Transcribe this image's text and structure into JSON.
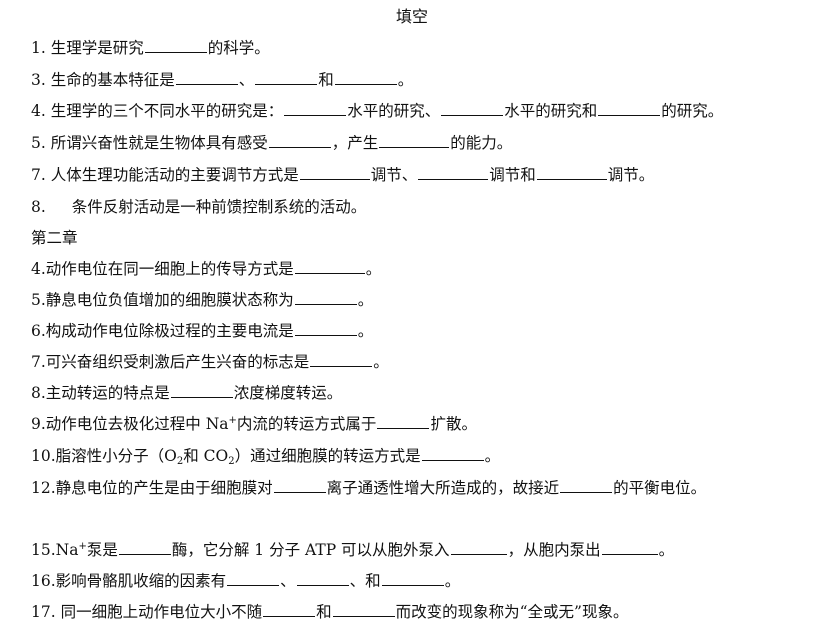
{
  "title": "填空",
  "q1": {
    "num": "1.",
    "a": "生理学是研究",
    "b": "的科学。"
  },
  "q3": {
    "num": "3.",
    "a": "生命的基本特征是",
    "sep1": "、",
    "sep2": "和",
    "end": "。"
  },
  "q4": {
    "num": "4.",
    "a": "生理学的三个不同水平的研究是：",
    "b": "水平的研究、",
    "c": "水平的研究和",
    "d": "的研究。"
  },
  "q5": {
    "num": "5.",
    "a": "所谓兴奋性就是生物体具有感受",
    "b": "，产生",
    "c": "的能力。"
  },
  "q7": {
    "num": "7.",
    "a": "人体生理功能活动的主要调节方式是",
    "b": "调节、",
    "c": "调节和",
    "d": "调节。"
  },
  "q8": {
    "num": "8.",
    "a": "条件反射活动是一种前馈控制系统的活动。"
  },
  "chapter2": "第二章",
  "c4": {
    "a": "4.动作电位在同一细胞上的传导方式是",
    "end": "。"
  },
  "c5": {
    "a": "5.静息电位负值增加的细胞膜状态称为",
    "end": "。"
  },
  "c6": {
    "a": "6.构成动作电位除极过程的主要电流是",
    "end": "。"
  },
  "c7": {
    "a": "7.可兴奋组织受刺激后产生兴奋的标志是",
    "end": "。"
  },
  "c8": {
    "a": "8.主动转运的特点是",
    "b": "浓度梯度转运。"
  },
  "c9": {
    "a": "9.动作电位去极化过程中 Na",
    "sup": "+",
    "b": "内流的转运方式属于",
    "c": "扩散。"
  },
  "c10": {
    "a": "10.脂溶性小分子（O",
    "sub1": "2",
    "b": "和 CO",
    "sub2": "2",
    "c": "）通过细胞膜的转运方式是",
    "end": "。"
  },
  "c12": {
    "a": "12.静息电位的产生是由于细胞膜对",
    "b": "离子通透性增大所造成的，故接近",
    "c": "的平衡电位。"
  },
  "c15": {
    "a": "15.Na",
    "sup": "+",
    "b": "泵是",
    "c": "酶，它分解 1 分子 ATP 可以从胞外泵入",
    "d": "，从胞内泵出",
    "end": "。"
  },
  "c16": {
    "a": "16.影响骨骼肌收缩的因素有",
    "sep1": "、",
    "sep2": "、和",
    "end": "。"
  },
  "c17": {
    "a": "17. 同一细胞上动作电位大小不随",
    "b": "和",
    "c": "而改变的现象称为“全或无”现象。"
  }
}
